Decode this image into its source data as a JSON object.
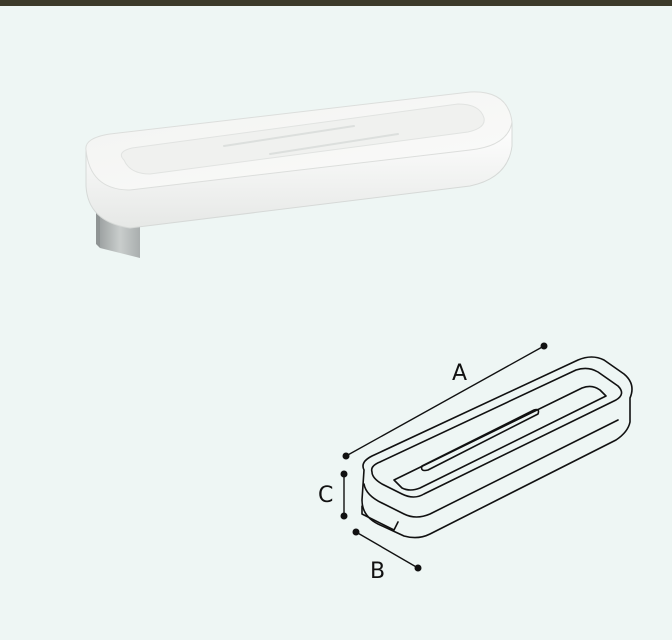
{
  "drawing": {
    "dimensions": {
      "a": "A",
      "b": "B",
      "c": "C"
    }
  },
  "colors": {
    "top_bar": "#3c3a2a",
    "background": "#eef6f4",
    "shelf_white": "#f7f7f5",
    "bracket_steel": "#b9bdbd"
  }
}
